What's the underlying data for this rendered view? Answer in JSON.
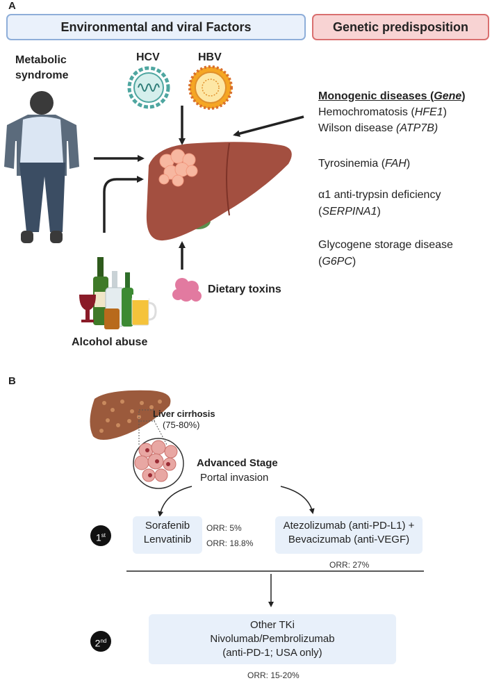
{
  "panel_a": {
    "letter": "A",
    "env_banner": "Environmental and viral Factors",
    "gen_banner": "Genetic predisposition",
    "metabolic_1": "Metabolic",
    "metabolic_2": "syndrome",
    "hcv": "HCV",
    "hbv": "HBV",
    "dietary": "Dietary toxins",
    "alcohol": "Alcohol abuse",
    "monogenic_heading": "Monogenic diseases (",
    "monogenic_gene": "Gene",
    "monogenic_close": ")",
    "diseases": [
      {
        "name": "Hemochromatosis (",
        "gene": "HFE1",
        "close": ")"
      },
      {
        "name": "Wilson disease ",
        "gene": "(ATP7B)",
        "close": ""
      },
      {
        "name": "Tyrosinemia (",
        "gene": "FAH",
        "close": ")"
      },
      {
        "name": "α1 anti-trypsin deficiency",
        "gene": "",
        "close": ""
      },
      {
        "name": "(",
        "gene": "SERPINA1",
        "close": ")"
      },
      {
        "name": "Glycogene storage disease",
        "gene": "",
        "close": ""
      },
      {
        "name": "(",
        "gene": "G6PC",
        "close": ")"
      }
    ]
  },
  "panel_b": {
    "letter": "B",
    "cirrhosis_title": "Liver cirrhosis",
    "cirrhosis_pct": "(75-80%)",
    "advanced_title": "Advanced Stage",
    "advanced_sub": "Portal invasion",
    "first_badge": "1",
    "first_sup": "st",
    "second_badge": "2",
    "second_sup": "nd",
    "box1_line1": "Sorafenib",
    "box1_line2": "Lenvatinib",
    "orr1": "ORR: 5%",
    "orr2": "ORR: 18.8%",
    "box2_line1": "Atezolizumab (anti-PD-L1) +",
    "box2_line2": "Bevacizumab (anti-VEGF)",
    "orr3": "ORR: 27%",
    "box3_line1": "Other TKi",
    "box3_line2": "Nivolumab/Pembrolizumab",
    "box3_line3": "(anti-PD-1; USA only)",
    "orr4": "ORR: 15-20%"
  }
}
